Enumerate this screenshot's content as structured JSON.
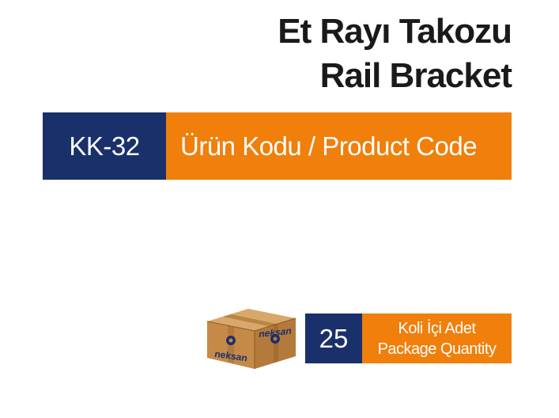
{
  "product": {
    "title_tr": "Et Rayı Takozu",
    "title_en": "Rail Bracket",
    "code": "KK-32",
    "code_label": "Ürün Kodu / Product Code"
  },
  "package": {
    "quantity": "25",
    "label_tr": "Koli İçi Adet",
    "label_en": "Package Quantity",
    "box_brand": "neksan",
    "box_icon": "cardboard-box-icon"
  },
  "colors": {
    "navy": "#19306b",
    "orange": "#f07f0b",
    "title": "#1a1a1a"
  }
}
